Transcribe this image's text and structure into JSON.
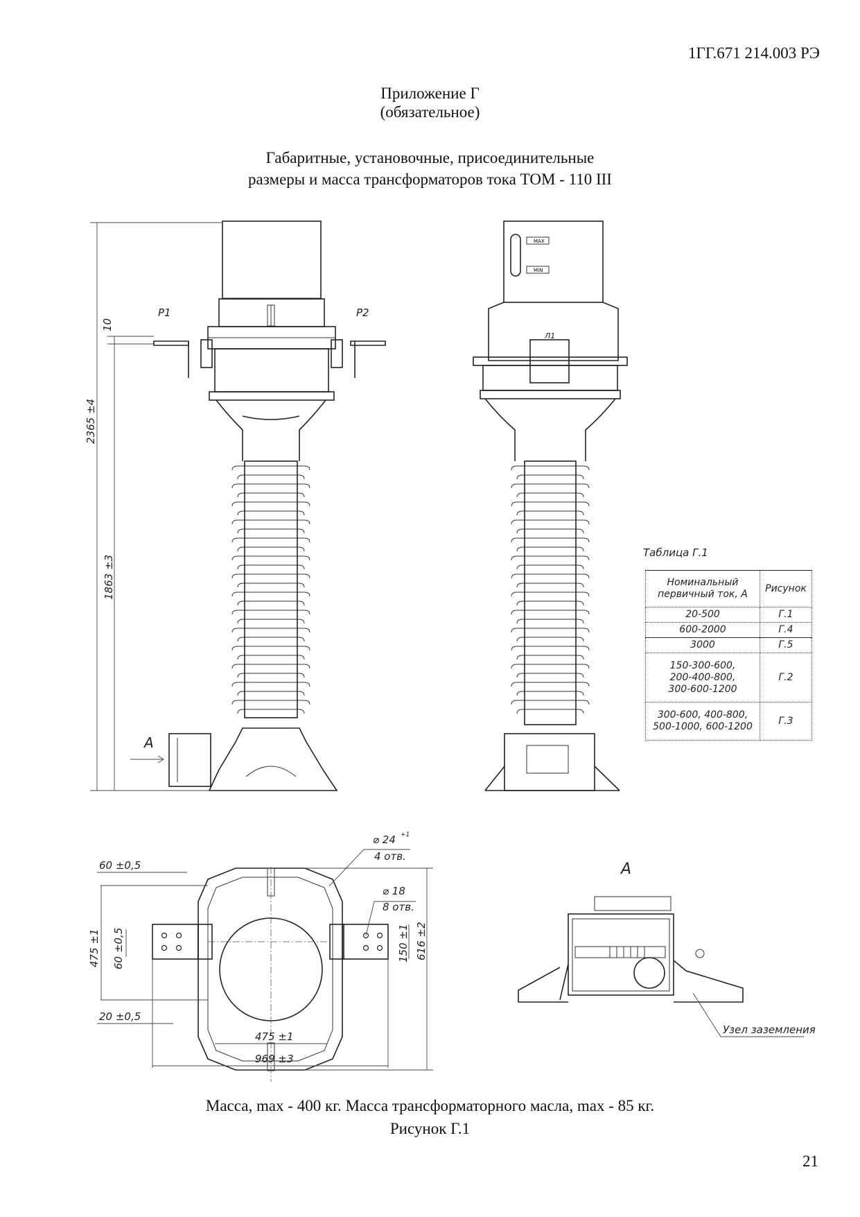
{
  "header": {
    "doc_number": "1ГГ.671 214.003 РЭ"
  },
  "appendix": {
    "title": "Приложение Г",
    "subtitle": "(обязательное)"
  },
  "heading": {
    "line1": "Габаритные, установочные, присоединительные",
    "line2": "размеры и масса трансформаторов тока ТОМ - 110 III"
  },
  "side_view": {
    "label_p1": "P1",
    "label_p2": "P2",
    "dim_10": "10",
    "dim_total": "2365 ±4",
    "dim_lower": "1863 ±3",
    "view_arrow": "A"
  },
  "front_view": {
    "gauge_max": "MAX",
    "gauge_min": "MIN",
    "terminal": "Л1"
  },
  "table": {
    "caption": "Таблица Г.1",
    "headers": [
      "Номинальный первичный ток, А",
      "Рисунок"
    ],
    "rows": [
      [
        "20-500",
        "Г.1"
      ],
      [
        "600-2000",
        "Г.4"
      ],
      [
        "3000",
        "Г.5"
      ],
      [
        "150-300-600, 200-400-800, 300-600-1200",
        "Г.2"
      ],
      [
        "300-600, 400-800, 500-1000, 600-1200",
        "Г.3"
      ]
    ]
  },
  "plan_view": {
    "dim_60_top": "60 ±0,5",
    "dim_475_v": "475 ±1",
    "dim_60_v": "60 ±0,5",
    "dim_20": "20 ±0,5",
    "dim_475_h": "475 ±1",
    "dim_969": "969 ±3",
    "hole_24": "⌀ 24",
    "hole_24_tol": "+1",
    "hole_24_count": "4 отв.",
    "hole_18": "⌀ 18",
    "hole_18_count": "8 отв.",
    "dim_150": "150 ±1",
    "dim_616": "616 ±2"
  },
  "view_a": {
    "title": "A",
    "grounding_label": "Узел заземления"
  },
  "caption": {
    "mass": "Масса, max - 400 кг. Масса трансформаторного масла, max - 85 кг.",
    "figure": "Рисунок Г.1"
  },
  "page_number": "21"
}
